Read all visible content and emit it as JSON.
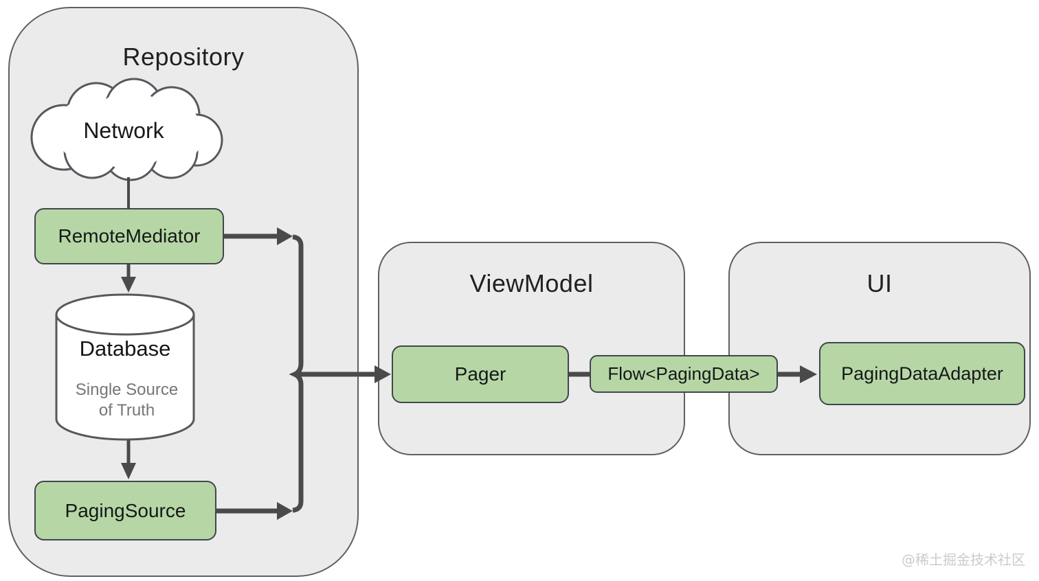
{
  "diagram": {
    "type": "architecture-diagram",
    "topic": "Android Paging library data flow",
    "containers": {
      "repository": {
        "label": "Repository"
      },
      "viewmodel": {
        "label": "ViewModel"
      },
      "ui": {
        "label": "UI"
      }
    },
    "nodes": {
      "network": {
        "label": "Network",
        "shape": "cloud",
        "container": "repository"
      },
      "remote_mediator": {
        "label": "RemoteMediator",
        "shape": "rounded-rect",
        "container": "repository"
      },
      "database": {
        "label": "Database",
        "sublabel_line1": "Single Source",
        "sublabel_line2": "of Truth",
        "shape": "cylinder",
        "container": "repository"
      },
      "paging_source": {
        "label": "PagingSource",
        "shape": "rounded-rect",
        "container": "repository"
      },
      "pager": {
        "label": "Pager",
        "shape": "rounded-rect",
        "container": "viewmodel"
      },
      "flow": {
        "label": "Flow<PagingData>",
        "shape": "rounded-rect",
        "container": "between viewmodel and ui"
      },
      "paging_data_adapter": {
        "label": "PagingDataAdapter",
        "shape": "rounded-rect",
        "container": "ui"
      }
    },
    "edges": [
      {
        "from": "network",
        "to": "remote_mediator",
        "arrowhead": false
      },
      {
        "from": "remote_mediator",
        "to": "database",
        "arrowhead": true
      },
      {
        "from": "database",
        "to": "paging_source",
        "arrowhead": true
      },
      {
        "from": "remote_mediator",
        "to": "merge-junction",
        "arrowhead": true
      },
      {
        "from": "paging_source",
        "to": "merge-junction",
        "arrowhead": true
      },
      {
        "from": "merge-junction",
        "to": "pager",
        "arrowhead": true
      },
      {
        "from": "pager",
        "to": "flow",
        "arrowhead": false
      },
      {
        "from": "flow",
        "to": "paging_data_adapter",
        "arrowhead": true
      }
    ],
    "colors": {
      "node_fill": "#b6d7a5",
      "node_border": "#40464b",
      "container_fill": "#ebebeb",
      "container_border": "#5c6064",
      "arrow": "#4a4a4a",
      "subtext": "#747678",
      "background": "#ffffff",
      "watermark_text": "#cbcbcb"
    },
    "watermark": "@稀土掘金技术社区"
  }
}
